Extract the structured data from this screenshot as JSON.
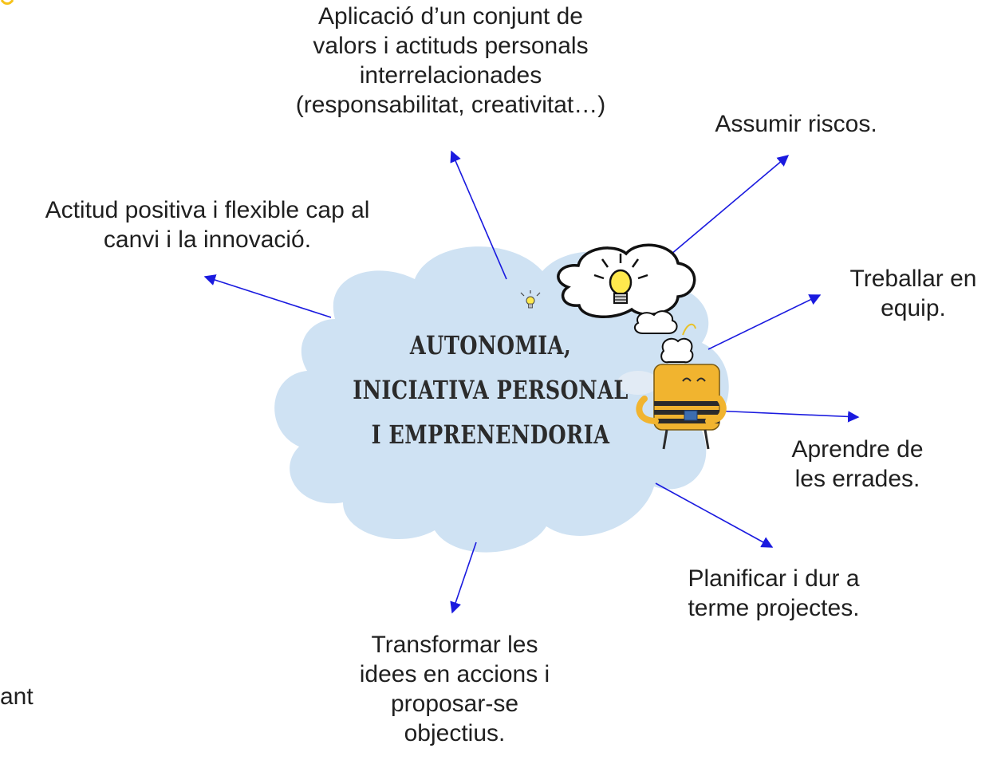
{
  "center": {
    "title_lines": [
      "AUTONOMIA,",
      "INICIATIVA PERSONAL",
      "I EMPRENENDORIA"
    ]
  },
  "labels": {
    "top": [
      "Aplicació d’un conjunt de",
      "valors i actituds personals",
      "interrelacionades",
      "(responsabilitat, creativitat…)"
    ],
    "risks": [
      "Assumir riscos."
    ],
    "attitude": [
      "Actitud positiva i flexible cap al",
      "canvi i la innovació."
    ],
    "team": [
      "Treballar en",
      "equip."
    ],
    "errors": [
      "Aprendre de",
      "les errades."
    ],
    "plan": [
      "Planificar i dur a",
      "terme projectes."
    ],
    "transform": [
      "Transformar les",
      "idees en accions i",
      "proposar-se",
      "objectius."
    ],
    "partial_left": "ant"
  },
  "colors": {
    "cloud_fill": "#cfe2f3",
    "arrow": "#1a1adf",
    "bee_body": "#f1b42f",
    "bee_stripe": "#2b2b2b",
    "bulb": "#ffe94d",
    "corner_accent": "#f6c21a"
  },
  "icons": {
    "small_bulb": "lightbulb-icon",
    "thought_bubble": "thought-bubble-icon",
    "mascot": "bee-mascot-icon"
  }
}
